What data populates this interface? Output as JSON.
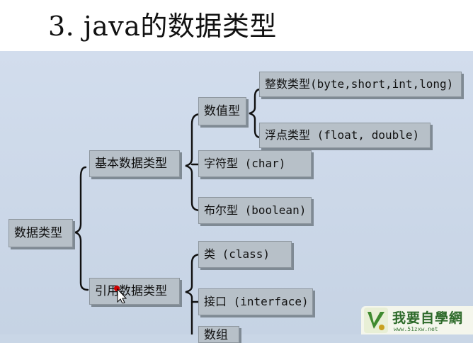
{
  "slide": {
    "title": "3. java的数据类型"
  },
  "tree": {
    "root": "数据类型",
    "basic": "基本数据类型",
    "reference": "引用数据类型",
    "numeric": "数值型",
    "integer": "整数类型(byte,short,int,long)",
    "float": "浮点类型 (float, double)",
    "char": "字符型 (char)",
    "boolean": "布尔型 (boolean)",
    "class": "类 (class)",
    "interface": "接口 (interface)",
    "array_partial": "数组"
  },
  "watermark": {
    "text": "我要自學網",
    "url": "www.51zxw.net"
  },
  "colors": {
    "box_fill": "#b7c0c8",
    "background": "#c9d6e6",
    "cursor_dot": "#d00000"
  },
  "icons": [
    "mouse-cursor-icon",
    "logo-icon"
  ]
}
